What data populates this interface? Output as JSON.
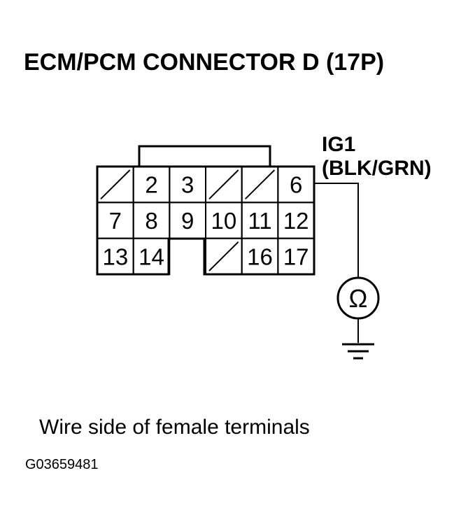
{
  "title": "ECM/PCM CONNECTOR D (17P)",
  "wire": {
    "signal": "IG1",
    "color_code": "(BLK/GRN)"
  },
  "meter_symbol": "Ω",
  "connector": {
    "pins": [
      {
        "id": "blank-1",
        "label": "",
        "empty": true
      },
      {
        "id": "pin-2",
        "label": "2",
        "empty": false
      },
      {
        "id": "pin-3",
        "label": "3",
        "empty": false
      },
      {
        "id": "blank-4",
        "label": "",
        "empty": true
      },
      {
        "id": "blank-5",
        "label": "",
        "empty": true
      },
      {
        "id": "pin-6",
        "label": "6",
        "empty": false
      },
      {
        "id": "pin-7",
        "label": "7",
        "empty": false
      },
      {
        "id": "pin-8",
        "label": "8",
        "empty": false
      },
      {
        "id": "pin-9",
        "label": "9",
        "empty": false
      },
      {
        "id": "pin-10",
        "label": "10",
        "empty": false
      },
      {
        "id": "pin-11",
        "label": "11",
        "empty": false
      },
      {
        "id": "pin-12",
        "label": "12",
        "empty": false
      },
      {
        "id": "pin-13",
        "label": "13",
        "empty": false
      },
      {
        "id": "pin-14",
        "label": "14",
        "empty": false
      },
      {
        "id": "blank-15",
        "label": "",
        "empty": true
      },
      {
        "id": "pin-16",
        "label": "16",
        "empty": false
      },
      {
        "id": "pin-17",
        "label": "17",
        "empty": false
      }
    ]
  },
  "caption": "Wire side of female terminals",
  "figure_id": "G03659481"
}
